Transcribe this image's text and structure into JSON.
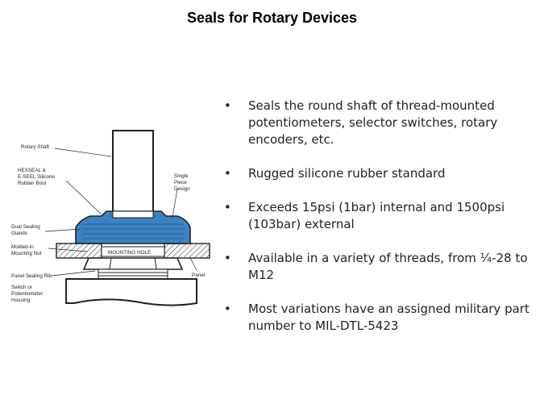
{
  "slide": {
    "title": "Seals for Rotary Devices"
  },
  "diagram": {
    "labels": {
      "rotary_shaft": "Rotary Shaft",
      "boot_line1": "HEXSEAL &",
      "boot_line2": "E-SEEL Silicone",
      "boot_line3": "Rubber Boot",
      "single_line1": "Single",
      "single_line2": "Piece",
      "single_line3": "Design",
      "dual_line1": "Dual Sealing",
      "dual_line2": "Glands",
      "molded_line1": "Molded-in",
      "molded_line2": "Mounting Nut",
      "mounting_hole": "MOUNTING HOLE",
      "panel": "Panel",
      "rib": "Panel Sealing Rib",
      "housing_line1": "Switch or",
      "housing_line2": "Potentiometer",
      "housing_line3": "Housing"
    },
    "colors": {
      "boot": "#3b82c4",
      "outline": "#222222"
    }
  },
  "bullets": {
    "marker": "•",
    "items": [
      "Seals the round shaft of thread-mounted potentiometers, selector switches, rotary encoders, etc.",
      "Rugged silicone rubber standard",
      "Exceeds 15psi (1bar) internal and 1500psi (103bar) external",
      "Available in a variety of threads, from ¼-28 to M12",
      "Most variations have an assigned military part number to MIL-DTL-5423"
    ]
  }
}
